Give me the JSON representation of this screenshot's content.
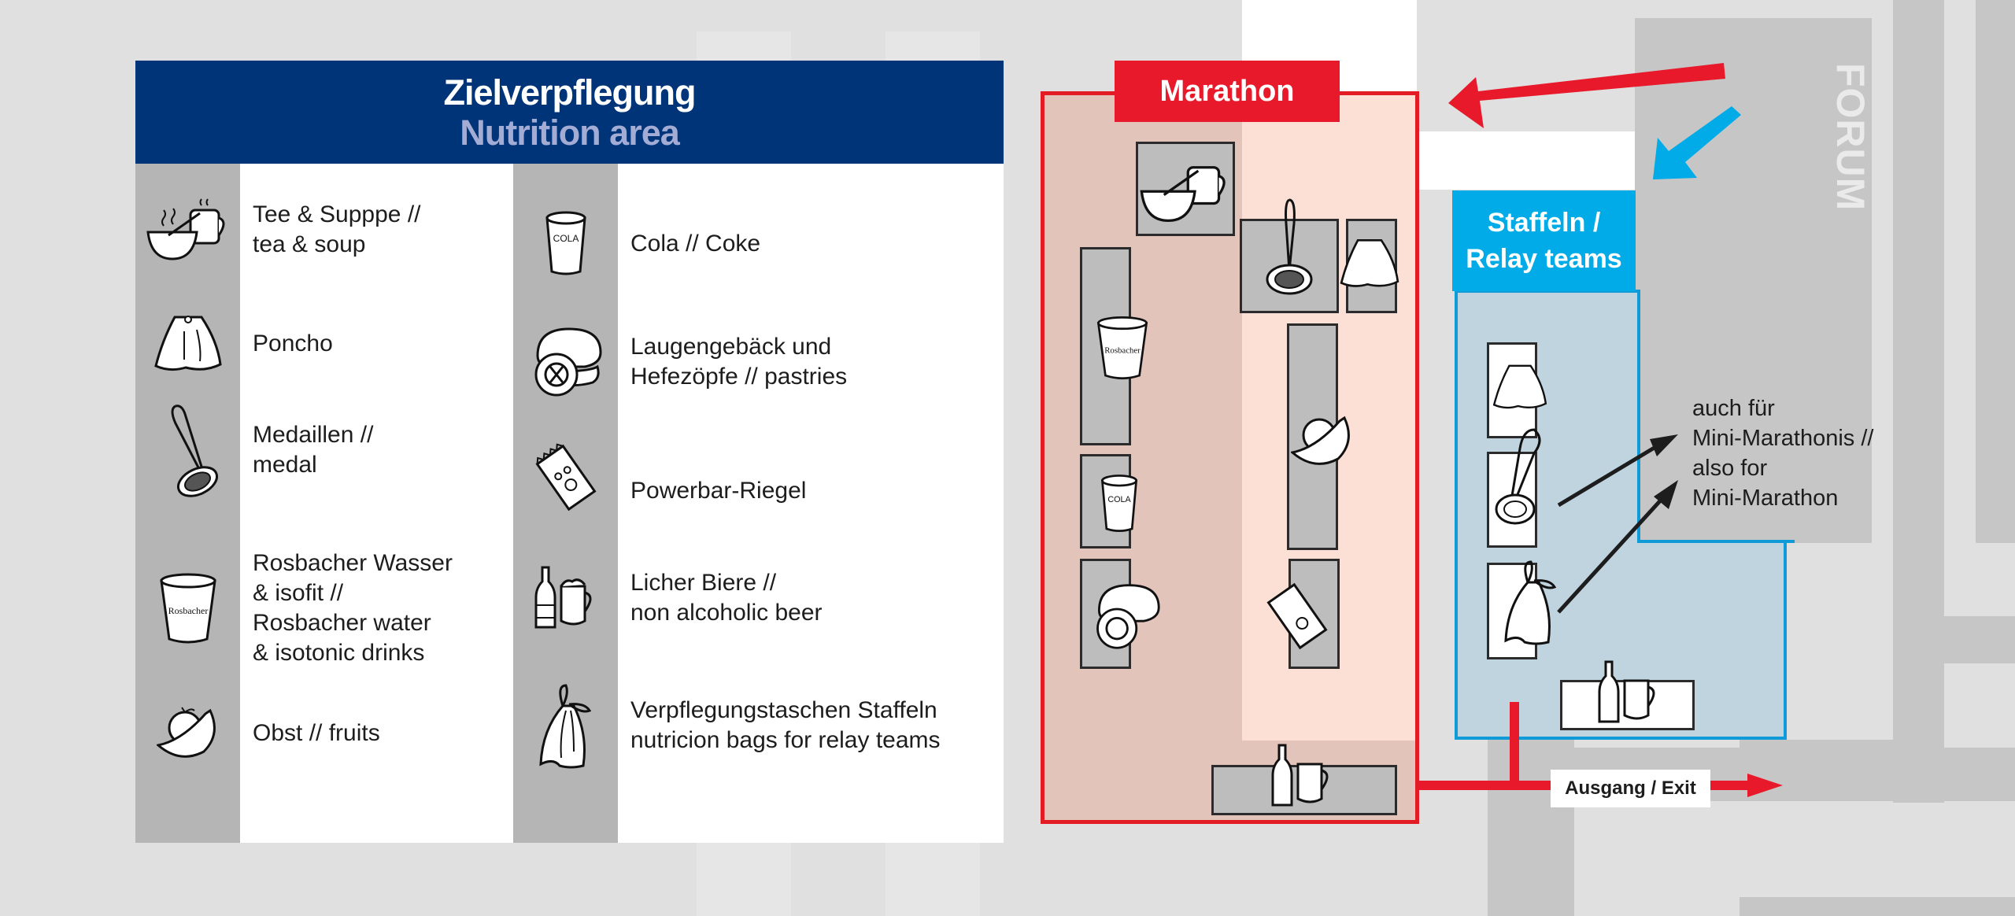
{
  "legend": {
    "title": "Zielverpflegung",
    "subtitle": "Nutrition area",
    "left_items": [
      {
        "icon": "tea-soup-icon",
        "label": "Tee & Supppe //\ntea & soup"
      },
      {
        "icon": "poncho-icon",
        "label": "Poncho"
      },
      {
        "icon": "medal-icon",
        "label": "Medaillen //\nmedal"
      },
      {
        "icon": "water-cup-icon",
        "label": "Rosbacher Wasser\n& isofit //\nRosbacher water\n& isotonic drinks"
      },
      {
        "icon": "fruit-icon",
        "label": "Obst // fruits"
      }
    ],
    "right_items": [
      {
        "icon": "cola-cup-icon",
        "label": "Cola // Coke"
      },
      {
        "icon": "pastry-icon",
        "label": "Laugengebäck und\nHefezöpfe // pastries"
      },
      {
        "icon": "energy-bar-icon",
        "label": "Powerbar-Riegel"
      },
      {
        "icon": "beer-icon",
        "label": "Licher Biere //\nnon alcoholic beer"
      },
      {
        "icon": "relay-bag-icon",
        "label": "Verpflegungstaschen Staffeln\nnutricion bags for relay teams"
      }
    ],
    "cup_brand": "Rosbacher",
    "cola_text": "COLA"
  },
  "map": {
    "marathon_label": "Marathon",
    "relay_label_line1": "Staffeln /",
    "relay_label_line2": "Relay teams",
    "forum_label": "FORUM",
    "mini_note": "auch für\nMini-Marathonis //\nalso for\nMini-Marathon",
    "exit_label": "Ausgang / Exit"
  },
  "colors": {
    "navy": "#003479",
    "marathon_red": "#e8192a",
    "relay_blue": "#00abe7",
    "station_gray": "#bdbdbd"
  }
}
